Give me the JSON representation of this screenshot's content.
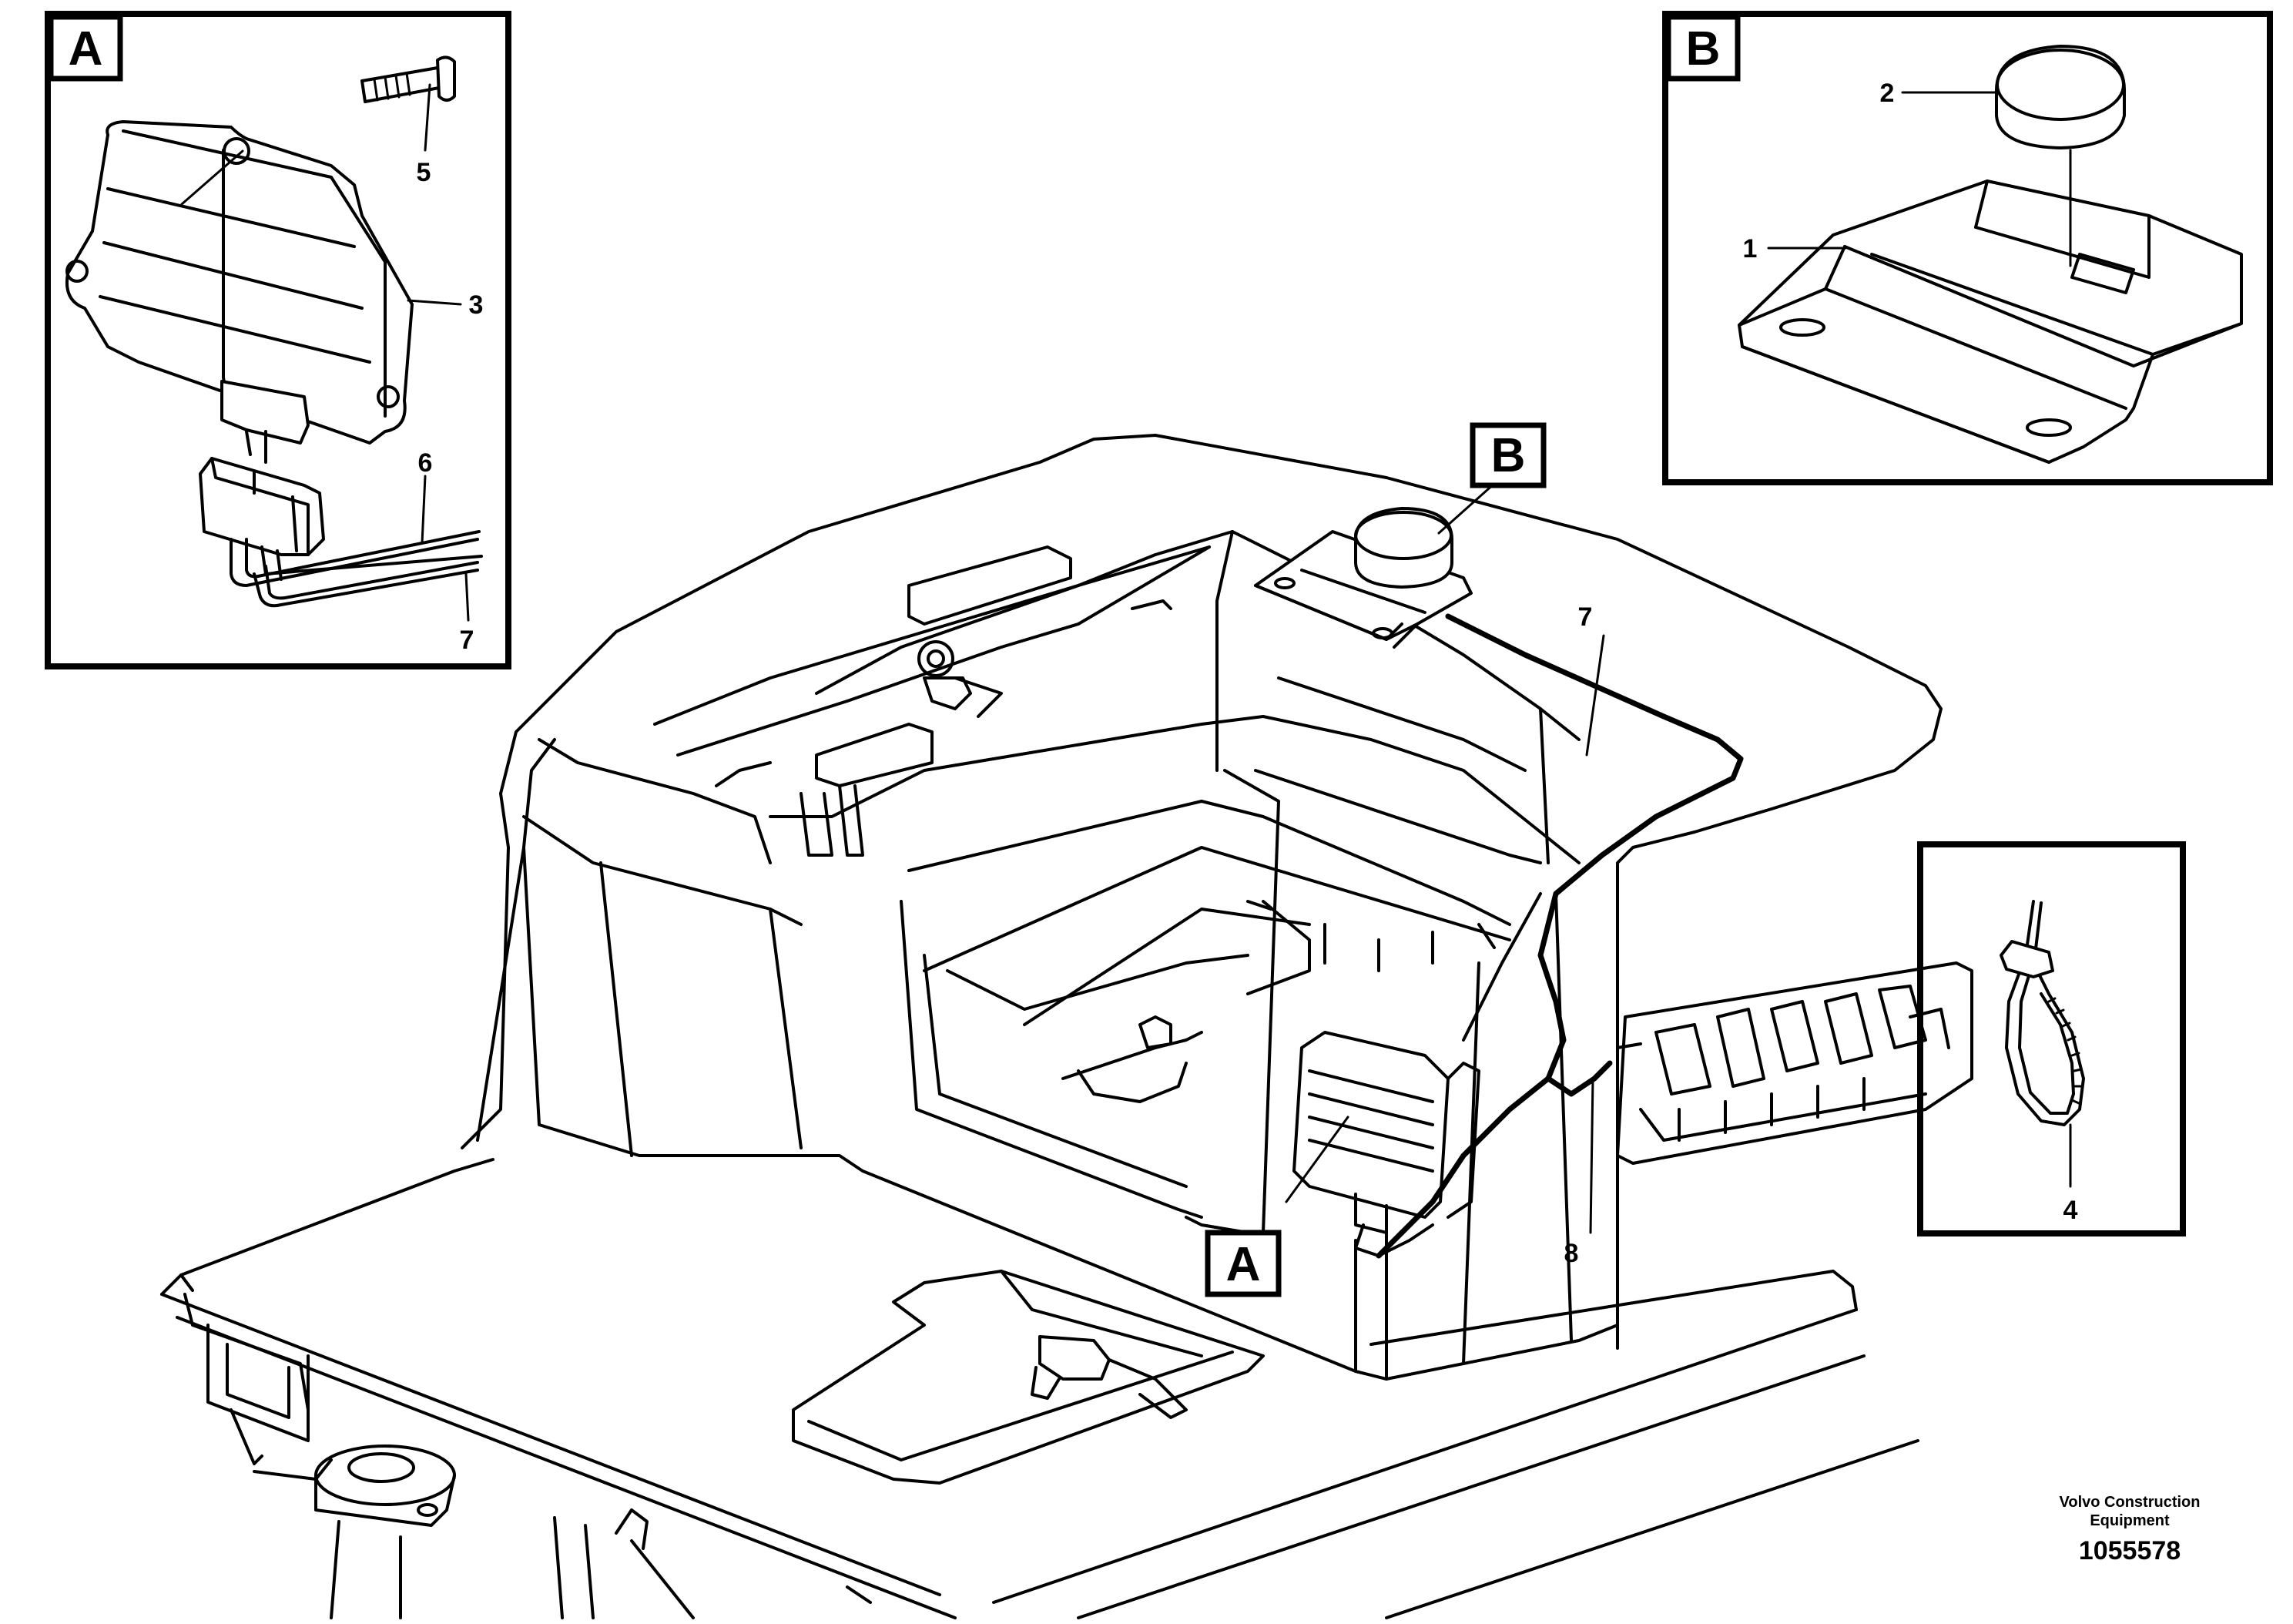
{
  "inset_a": {
    "tag": "A",
    "callouts": [
      "5",
      "3",
      "6",
      "7"
    ]
  },
  "inset_b": {
    "tag": "B",
    "callouts": [
      "2",
      "1"
    ]
  },
  "inset_tie": {
    "callouts": [
      "4"
    ]
  },
  "main_view": {
    "tag_a": "A",
    "tag_b": "B",
    "callout_7": "7",
    "callout_8": "8"
  },
  "credit": {
    "line1": "Volvo Construction",
    "line2": "Equipment",
    "part_number": "1055578"
  }
}
